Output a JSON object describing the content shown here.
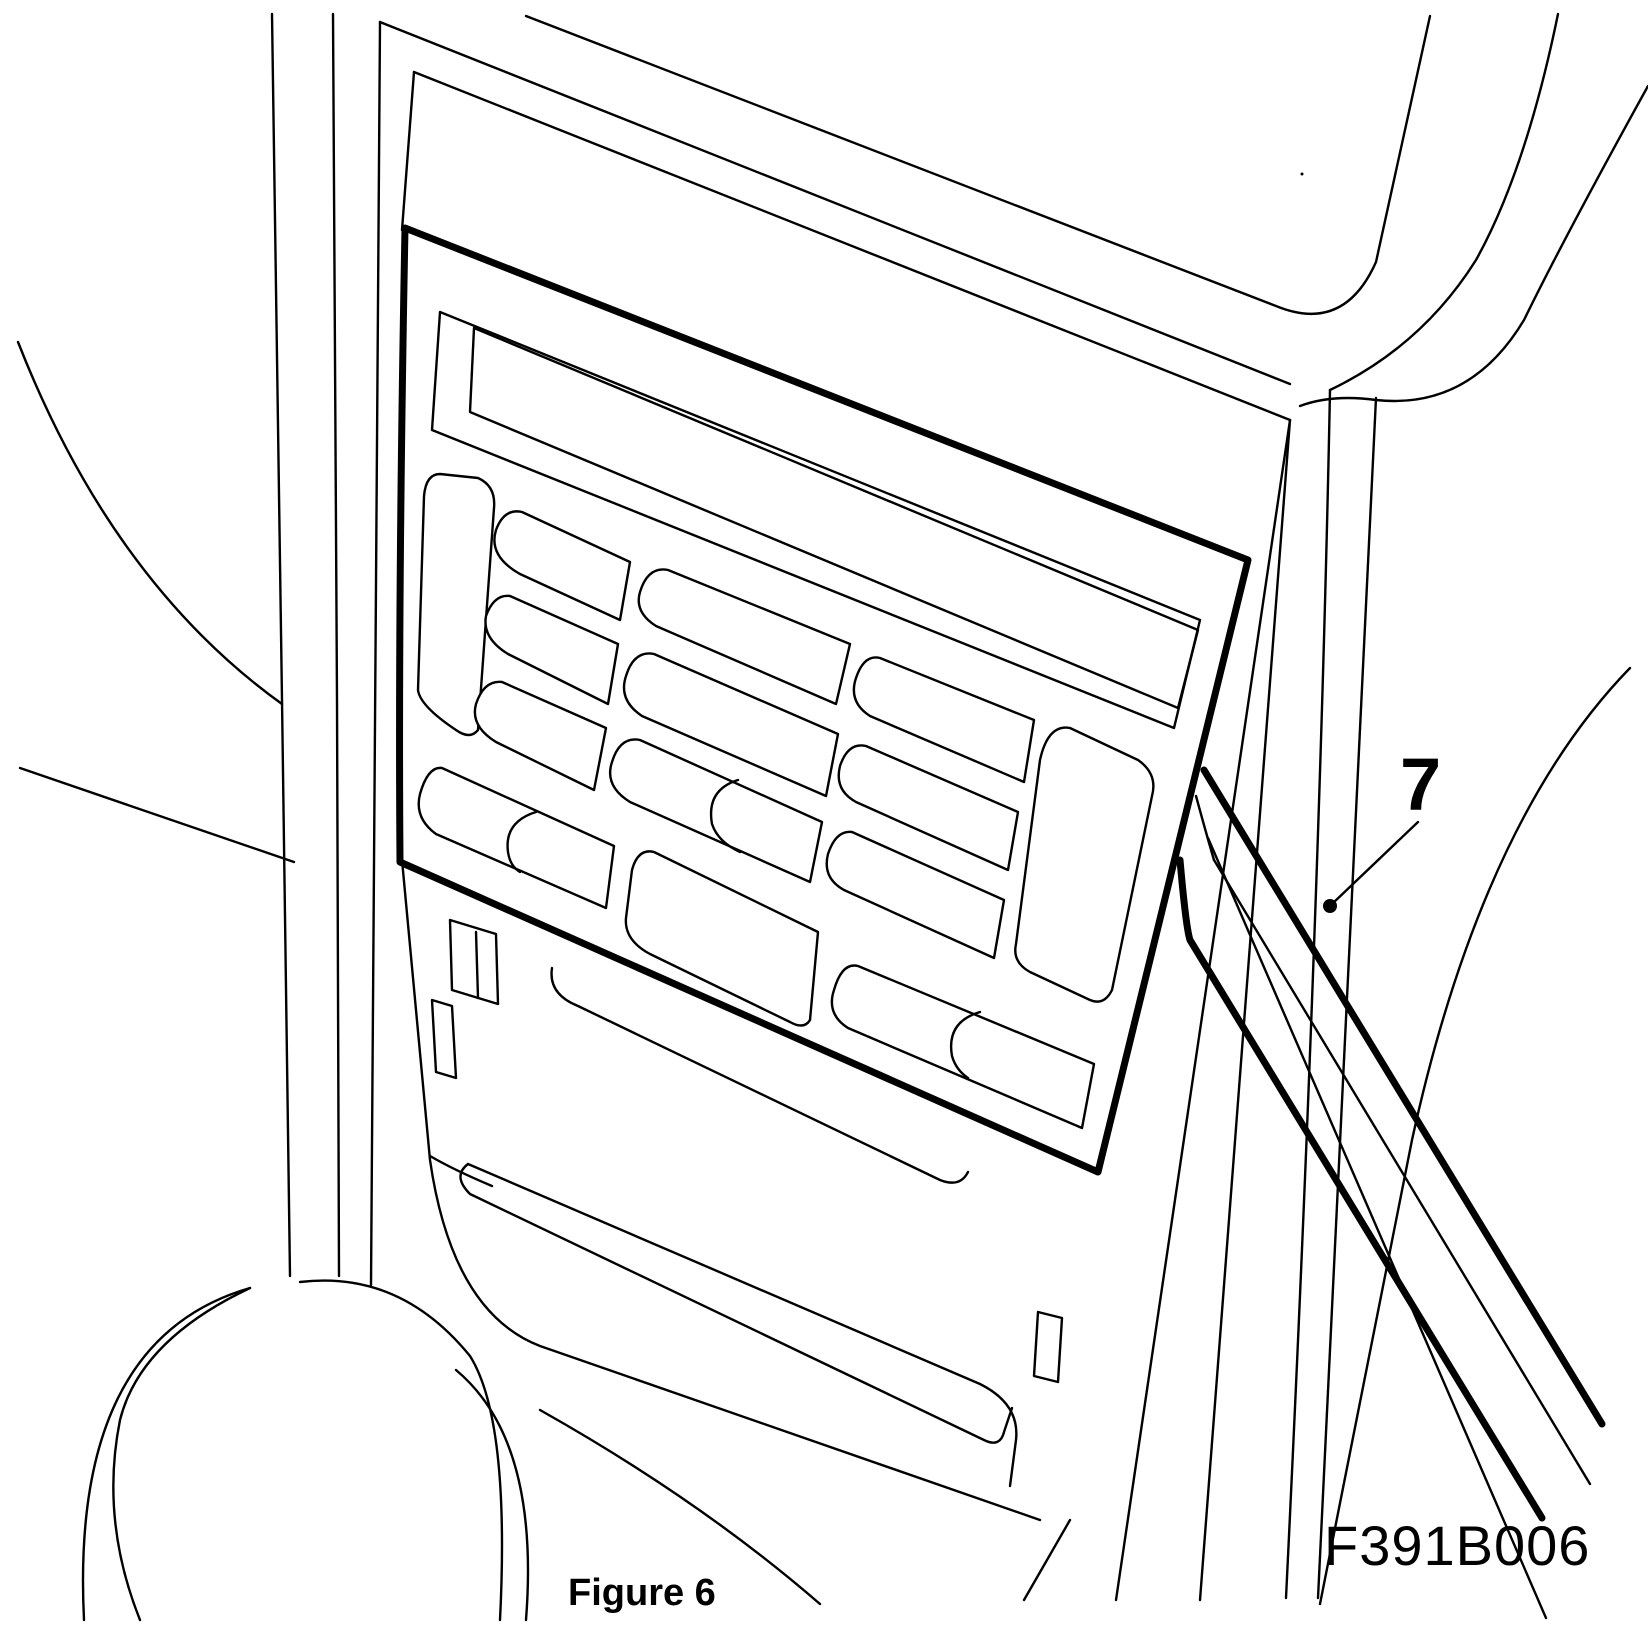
{
  "callout": {
    "number": "7"
  },
  "drawing_code": "F391B006",
  "caption": "Figure 6"
}
